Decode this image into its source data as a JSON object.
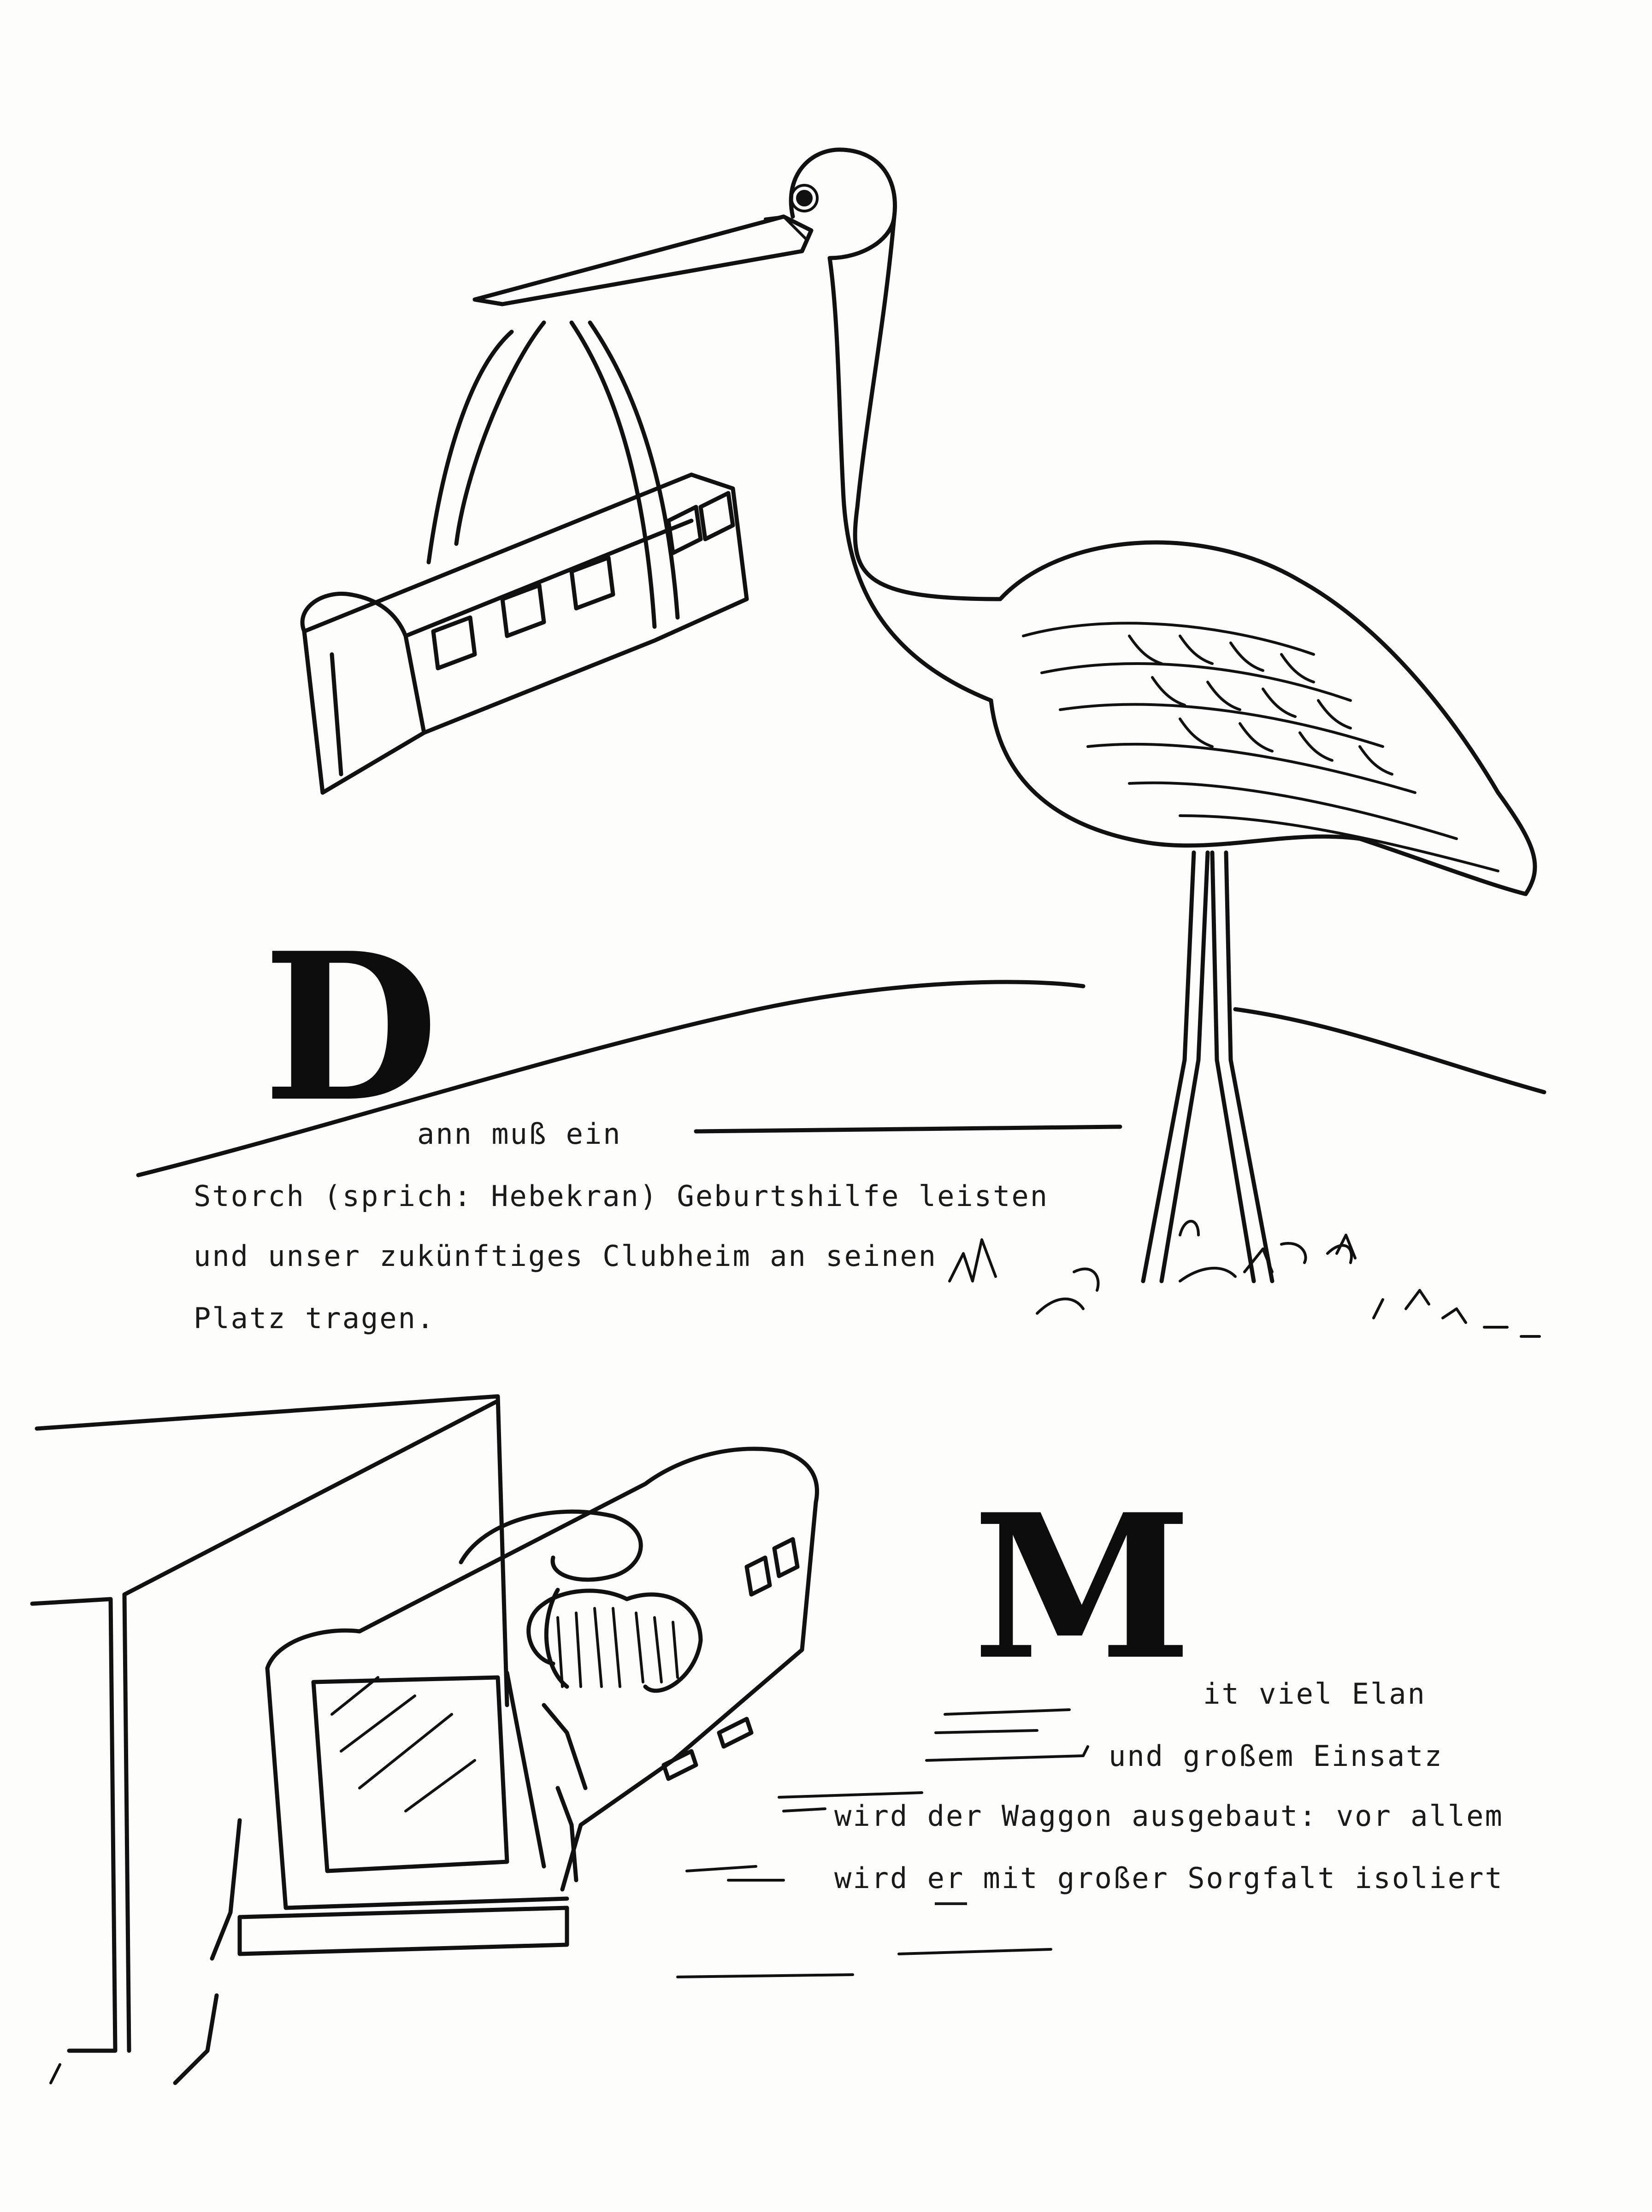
{
  "section1": {
    "initial": "D",
    "lines": [
      "ann muß ein",
      "Storch (sprich: Hebekran) Geburtshilfe leisten",
      "und unser zukünftiges Clubheim an seinen",
      "Platz tragen."
    ]
  },
  "section2": {
    "initial": "M",
    "lines": [
      "it viel Elan",
      "und großem Einsatz",
      "wird der Waggon ausgebaut: vor allem",
      "wird er mit großer Sorgfalt isoliert"
    ]
  },
  "illustrations": [
    {
      "name": "stork carrying railway carriage",
      "icon": "stork-icon"
    },
    {
      "name": "carriage being insulated beside a building",
      "icon": "carriage-icon"
    }
  ]
}
